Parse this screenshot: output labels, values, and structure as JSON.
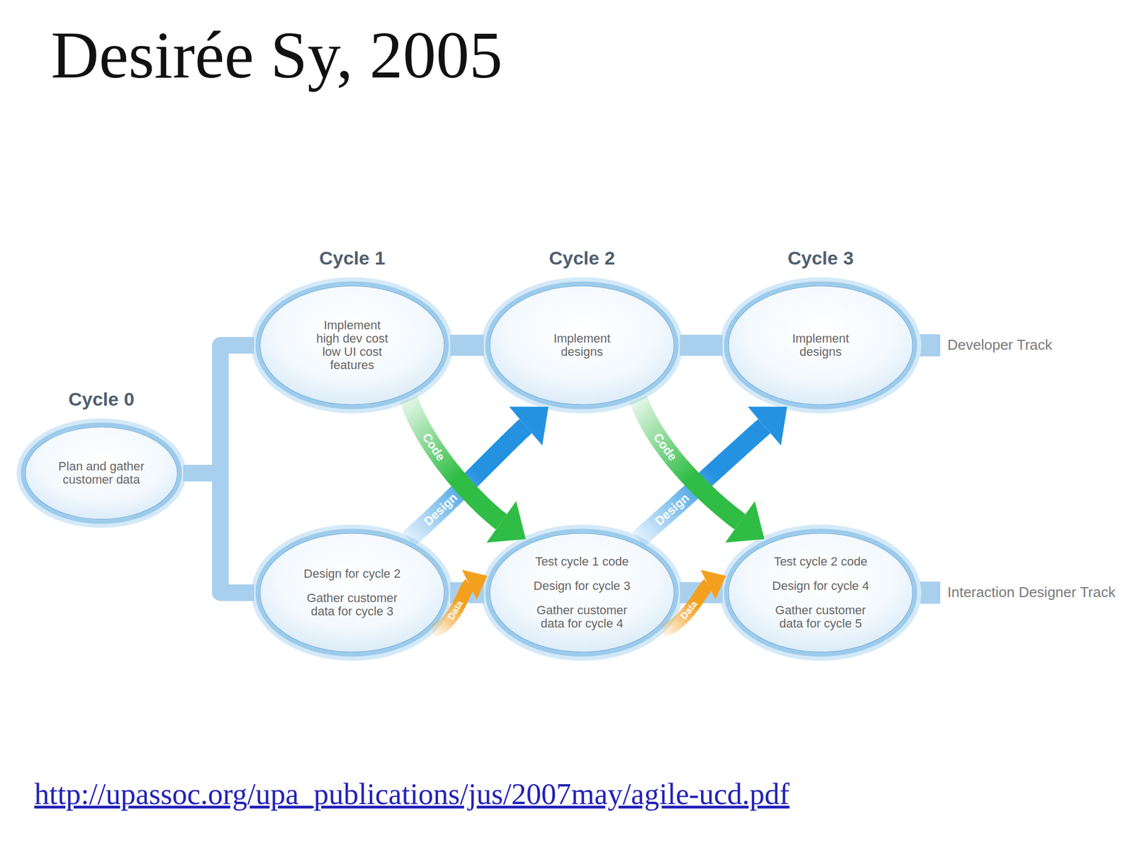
{
  "diagram": {
    "title": "Desirée Sy, 2005",
    "caption": "http://upassoc.org/upa_publications/jus/2007may/agile-ucd.pdf",
    "nodes": [
      {
        "text": [
          "Cycle 0",
          "Plan and gather customer data"
        ]
      },
      {
        "text": [
          "Cycle 1",
          "Implement high dev cost low UI cost features"
        ]
      },
      {
        "text": [
          "Cycle 2",
          "Implement designs"
        ]
      },
      {
        "text": [
          "Cycle 3",
          "Implement designs"
        ]
      },
      {
        "text": [
          "Design for cycle 2",
          "Gather customer data for cycle 3"
        ]
      },
      {
        "text": [
          "Test cycle 1 code",
          "Design for cycle 3",
          "Gather customer data for cycle 4"
        ]
      },
      {
        "text": [
          "Test cycle 2 code",
          "Design for cycle 4",
          "Gather customer data for cycle 5"
        ]
      }
    ],
    "edges": [
      {
        "from": 0,
        "to": 1,
        "arrow": "none"
      },
      {
        "from": 0,
        "to": 4,
        "arrow": "none"
      },
      {
        "from": 1,
        "to": 2,
        "arrow": "none"
      },
      {
        "from": 2,
        "to": 3,
        "arrow": "none"
      },
      {
        "from": 4,
        "to": 5,
        "arrow": "none"
      },
      {
        "from": 5,
        "to": 6,
        "arrow": "none"
      },
      {
        "from": 1,
        "to": 5,
        "arrow": "to",
        "label": "Code"
      },
      {
        "from": 2,
        "to": 6,
        "arrow": "to",
        "label": "Code"
      },
      {
        "from": 4,
        "to": 2,
        "arrow": "to",
        "label": "Design"
      },
      {
        "from": 5,
        "to": 3,
        "arrow": "to",
        "label": "Design"
      },
      {
        "from": 4,
        "to": 5,
        "arrow": "to",
        "label": "Data"
      },
      {
        "from": 5,
        "to": 6,
        "arrow": "to",
        "label": "Data"
      }
    ],
    "labels": [
      "Developer Track",
      "Interaction Designer Track"
    ]
  }
}
